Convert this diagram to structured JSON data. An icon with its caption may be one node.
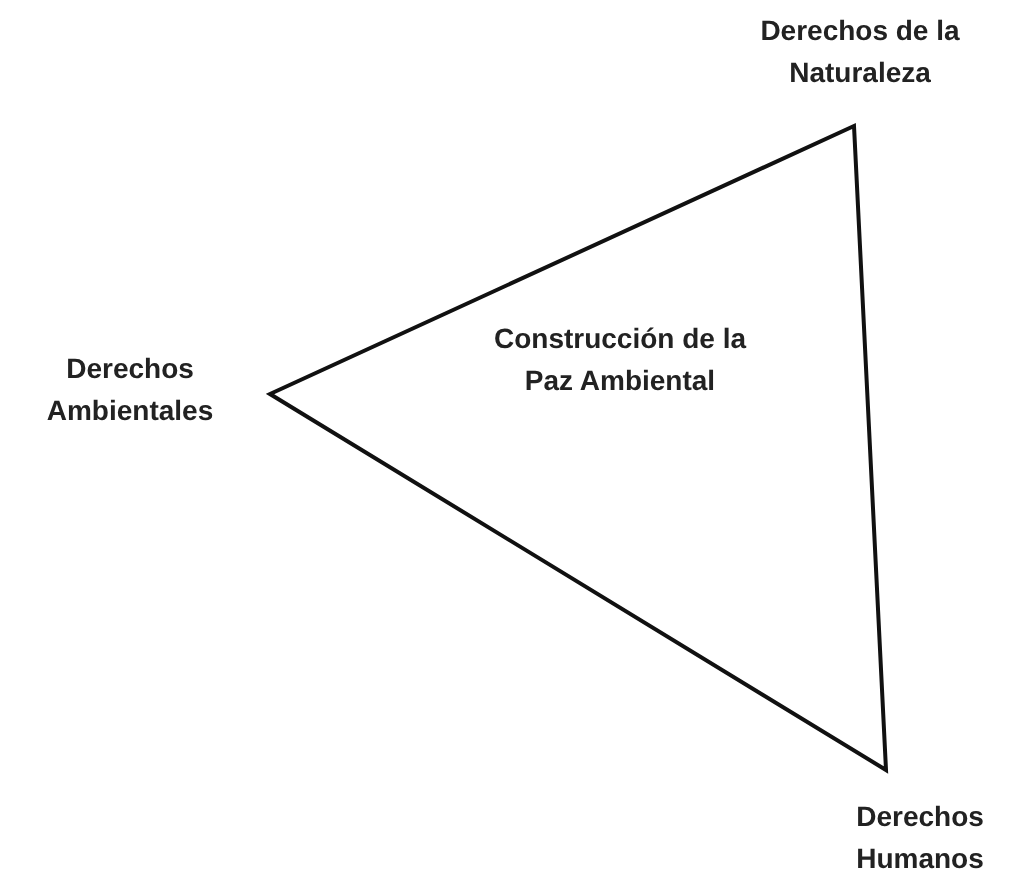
{
  "diagram": {
    "nodes": [
      {
        "text": [
          "Construcción de la Paz Ambiental"
        ]
      }
    ],
    "edges": [],
    "labels": [
      "Derechos de la Naturaleza",
      "Derechos Ambientales",
      "Derechos Humanos"
    ]
  }
}
